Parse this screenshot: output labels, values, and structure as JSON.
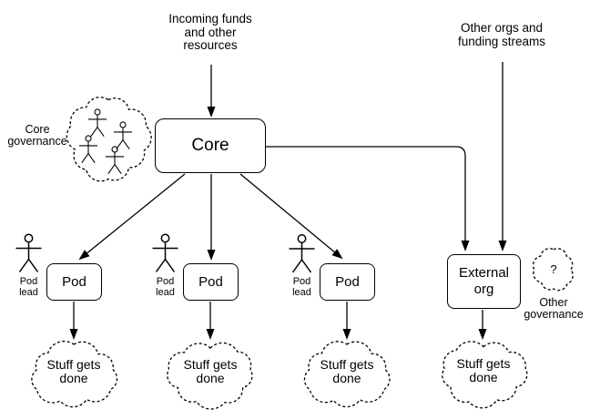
{
  "colors": {
    "stroke": "#000000",
    "background": "#ffffff"
  },
  "annotations": {
    "incoming_funds": "Incoming funds\nand other\nresources",
    "other_orgs": "Other orgs and\nfunding streams",
    "core_governance": "Core\ngovernance",
    "other_governance": "Other\ngovernance",
    "question_mark": "?"
  },
  "nodes": {
    "core": {
      "label": "Core"
    },
    "external_org": {
      "label": "External\norg",
      "output": "Stuff gets\ndone"
    }
  },
  "pods": [
    {
      "label": "Pod",
      "lead_label": "Pod\nlead",
      "output": "Stuff gets\ndone"
    },
    {
      "label": "Pod",
      "lead_label": "Pod\nlead",
      "output": "Stuff gets\ndone"
    },
    {
      "label": "Pod",
      "lead_label": "Pod\nlead",
      "output": "Stuff gets\ndone"
    }
  ]
}
